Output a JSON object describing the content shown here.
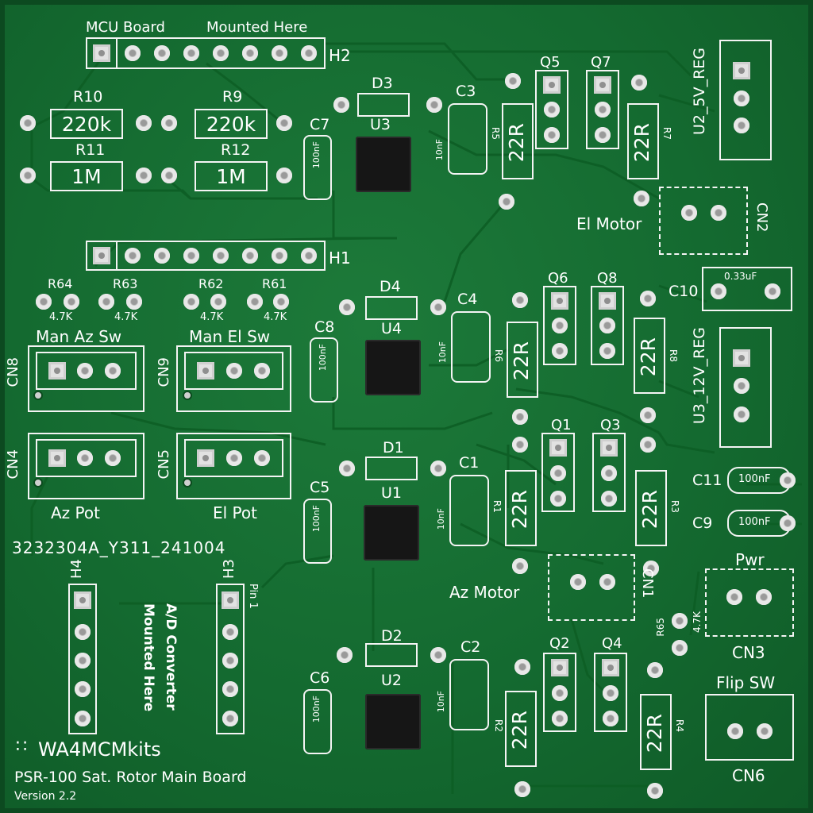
{
  "board": {
    "header_h2": {
      "label_left": "MCU Board",
      "label_right": "Mounted Here",
      "ref": "H2"
    },
    "header_h1": {
      "ref": "H1"
    },
    "resistors": {
      "r10": {
        "ref": "R10",
        "value": "220k"
      },
      "r9": {
        "ref": "R9",
        "value": "220k"
      },
      "r11": {
        "ref": "R11",
        "value": "1M"
      },
      "r12": {
        "ref": "R12",
        "value": "1M"
      },
      "r5": {
        "ref": "R5",
        "value": "22R"
      },
      "r7": {
        "ref": "R7",
        "value": "22R"
      },
      "r6": {
        "ref": "R6",
        "value": "22R"
      },
      "r8": {
        "ref": "R8",
        "value": "22R"
      },
      "r1": {
        "ref": "R1",
        "value": "22R"
      },
      "r3": {
        "ref": "R3",
        "value": "22R"
      },
      "r2": {
        "ref": "R2",
        "value": "22R"
      },
      "r4": {
        "ref": "R4",
        "value": "22R"
      }
    },
    "pullups": [
      {
        "ref": "R64",
        "value": "4.7K"
      },
      {
        "ref": "R63",
        "value": "4.7K"
      },
      {
        "ref": "R62",
        "value": "4.7K"
      },
      {
        "ref": "R61",
        "value": "4.7K"
      }
    ],
    "r65": {
      "ref": "R65",
      "value": "4.7K"
    },
    "capacitors": {
      "c7": {
        "ref": "C7",
        "value": "100nF"
      },
      "c8": {
        "ref": "C8",
        "value": "100nF"
      },
      "c5": {
        "ref": "C5",
        "value": "100nF"
      },
      "c6": {
        "ref": "C6",
        "value": "100nF"
      },
      "c3": {
        "ref": "C3",
        "value": "10nF"
      },
      "c4": {
        "ref": "C4",
        "value": "10nF"
      },
      "c1": {
        "ref": "C1",
        "value": "10nF"
      },
      "c2": {
        "ref": "C2",
        "value": "10nF"
      },
      "c10": {
        "ref": "C10",
        "value": "0.33uF"
      },
      "c11": {
        "ref": "C11",
        "value": "100nF"
      },
      "c9": {
        "ref": "C9",
        "value": "100nF"
      }
    },
    "ics": {
      "u3": "U3",
      "u4": "U4",
      "u1": "U1",
      "u2": "U2"
    },
    "diodes": {
      "d3": "D3",
      "d4": "D4",
      "d1": "D1",
      "d2": "D2"
    },
    "transistors": {
      "q5": "Q5",
      "q7": "Q7",
      "q6": "Q6",
      "q8": "Q8",
      "q1": "Q1",
      "q3": "Q3",
      "q2": "Q2",
      "q4": "Q4"
    },
    "regulators": {
      "u2": "U2_5V_REG",
      "u3": "U3_12V_REG"
    },
    "connectors": {
      "cn8": {
        "ref": "CN8",
        "label": "Man  Az  Sw"
      },
      "cn9": {
        "ref": "CN9",
        "label": "Man  El  Sw"
      },
      "cn4": {
        "ref": "CN4",
        "label": "Az Pot"
      },
      "cn5": {
        "ref": "CN5",
        "label": "El Pot"
      },
      "cn2": {
        "ref": "CN2",
        "label": "El Motor"
      },
      "cn1": {
        "ref": "CN1",
        "label": "Az Motor"
      },
      "cn3": {
        "ref": "CN3",
        "label": "Pwr"
      },
      "cn6": {
        "ref": "CN6",
        "label": "Flip SW"
      }
    },
    "lot_code": "3232304A_Y311_241004",
    "h4": {
      "ref": "H4"
    },
    "h3": {
      "ref": "H3",
      "pin1": "Pin 1"
    },
    "adc_note_line1": "A/D Converter",
    "adc_note_line2": "Mounted Here",
    "brand": "WA4MCMkits",
    "product": "PSR-100 Sat. Rotor Main Board",
    "version": "Version 2.2",
    "colors": {
      "board": "#146a30",
      "silk": "#ffffff",
      "pad": "#d7d7d7",
      "ic": "#161616"
    }
  }
}
